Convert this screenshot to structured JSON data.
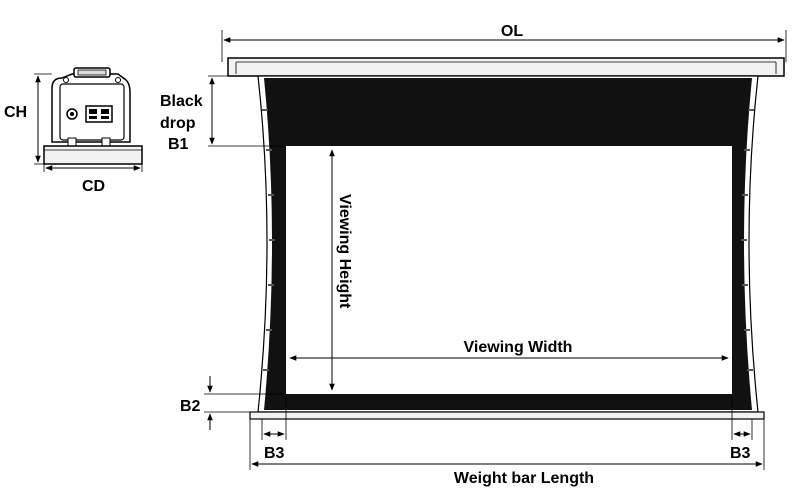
{
  "labels": {
    "ol": "OL",
    "ch": "CH",
    "cd": "CD",
    "black_drop_line1": "Black",
    "black_drop_line2": "drop",
    "b1": "B1",
    "viewing_height": "Viewing Height",
    "viewing_width": "Viewing Width",
    "b2": "B2",
    "b3_left": "B3",
    "b3_right": "B3",
    "weight_bar_length": "Weight bar Length"
  },
  "colors": {
    "ink": "#000000",
    "screen_border": "#111111",
    "viewing_area": "#ffffff",
    "casing_fill": "#f2f2f2",
    "stroke": "#000000"
  },
  "icons": {
    "cassette_side_view": "end-cap-bracket-with-connector-ports"
  }
}
